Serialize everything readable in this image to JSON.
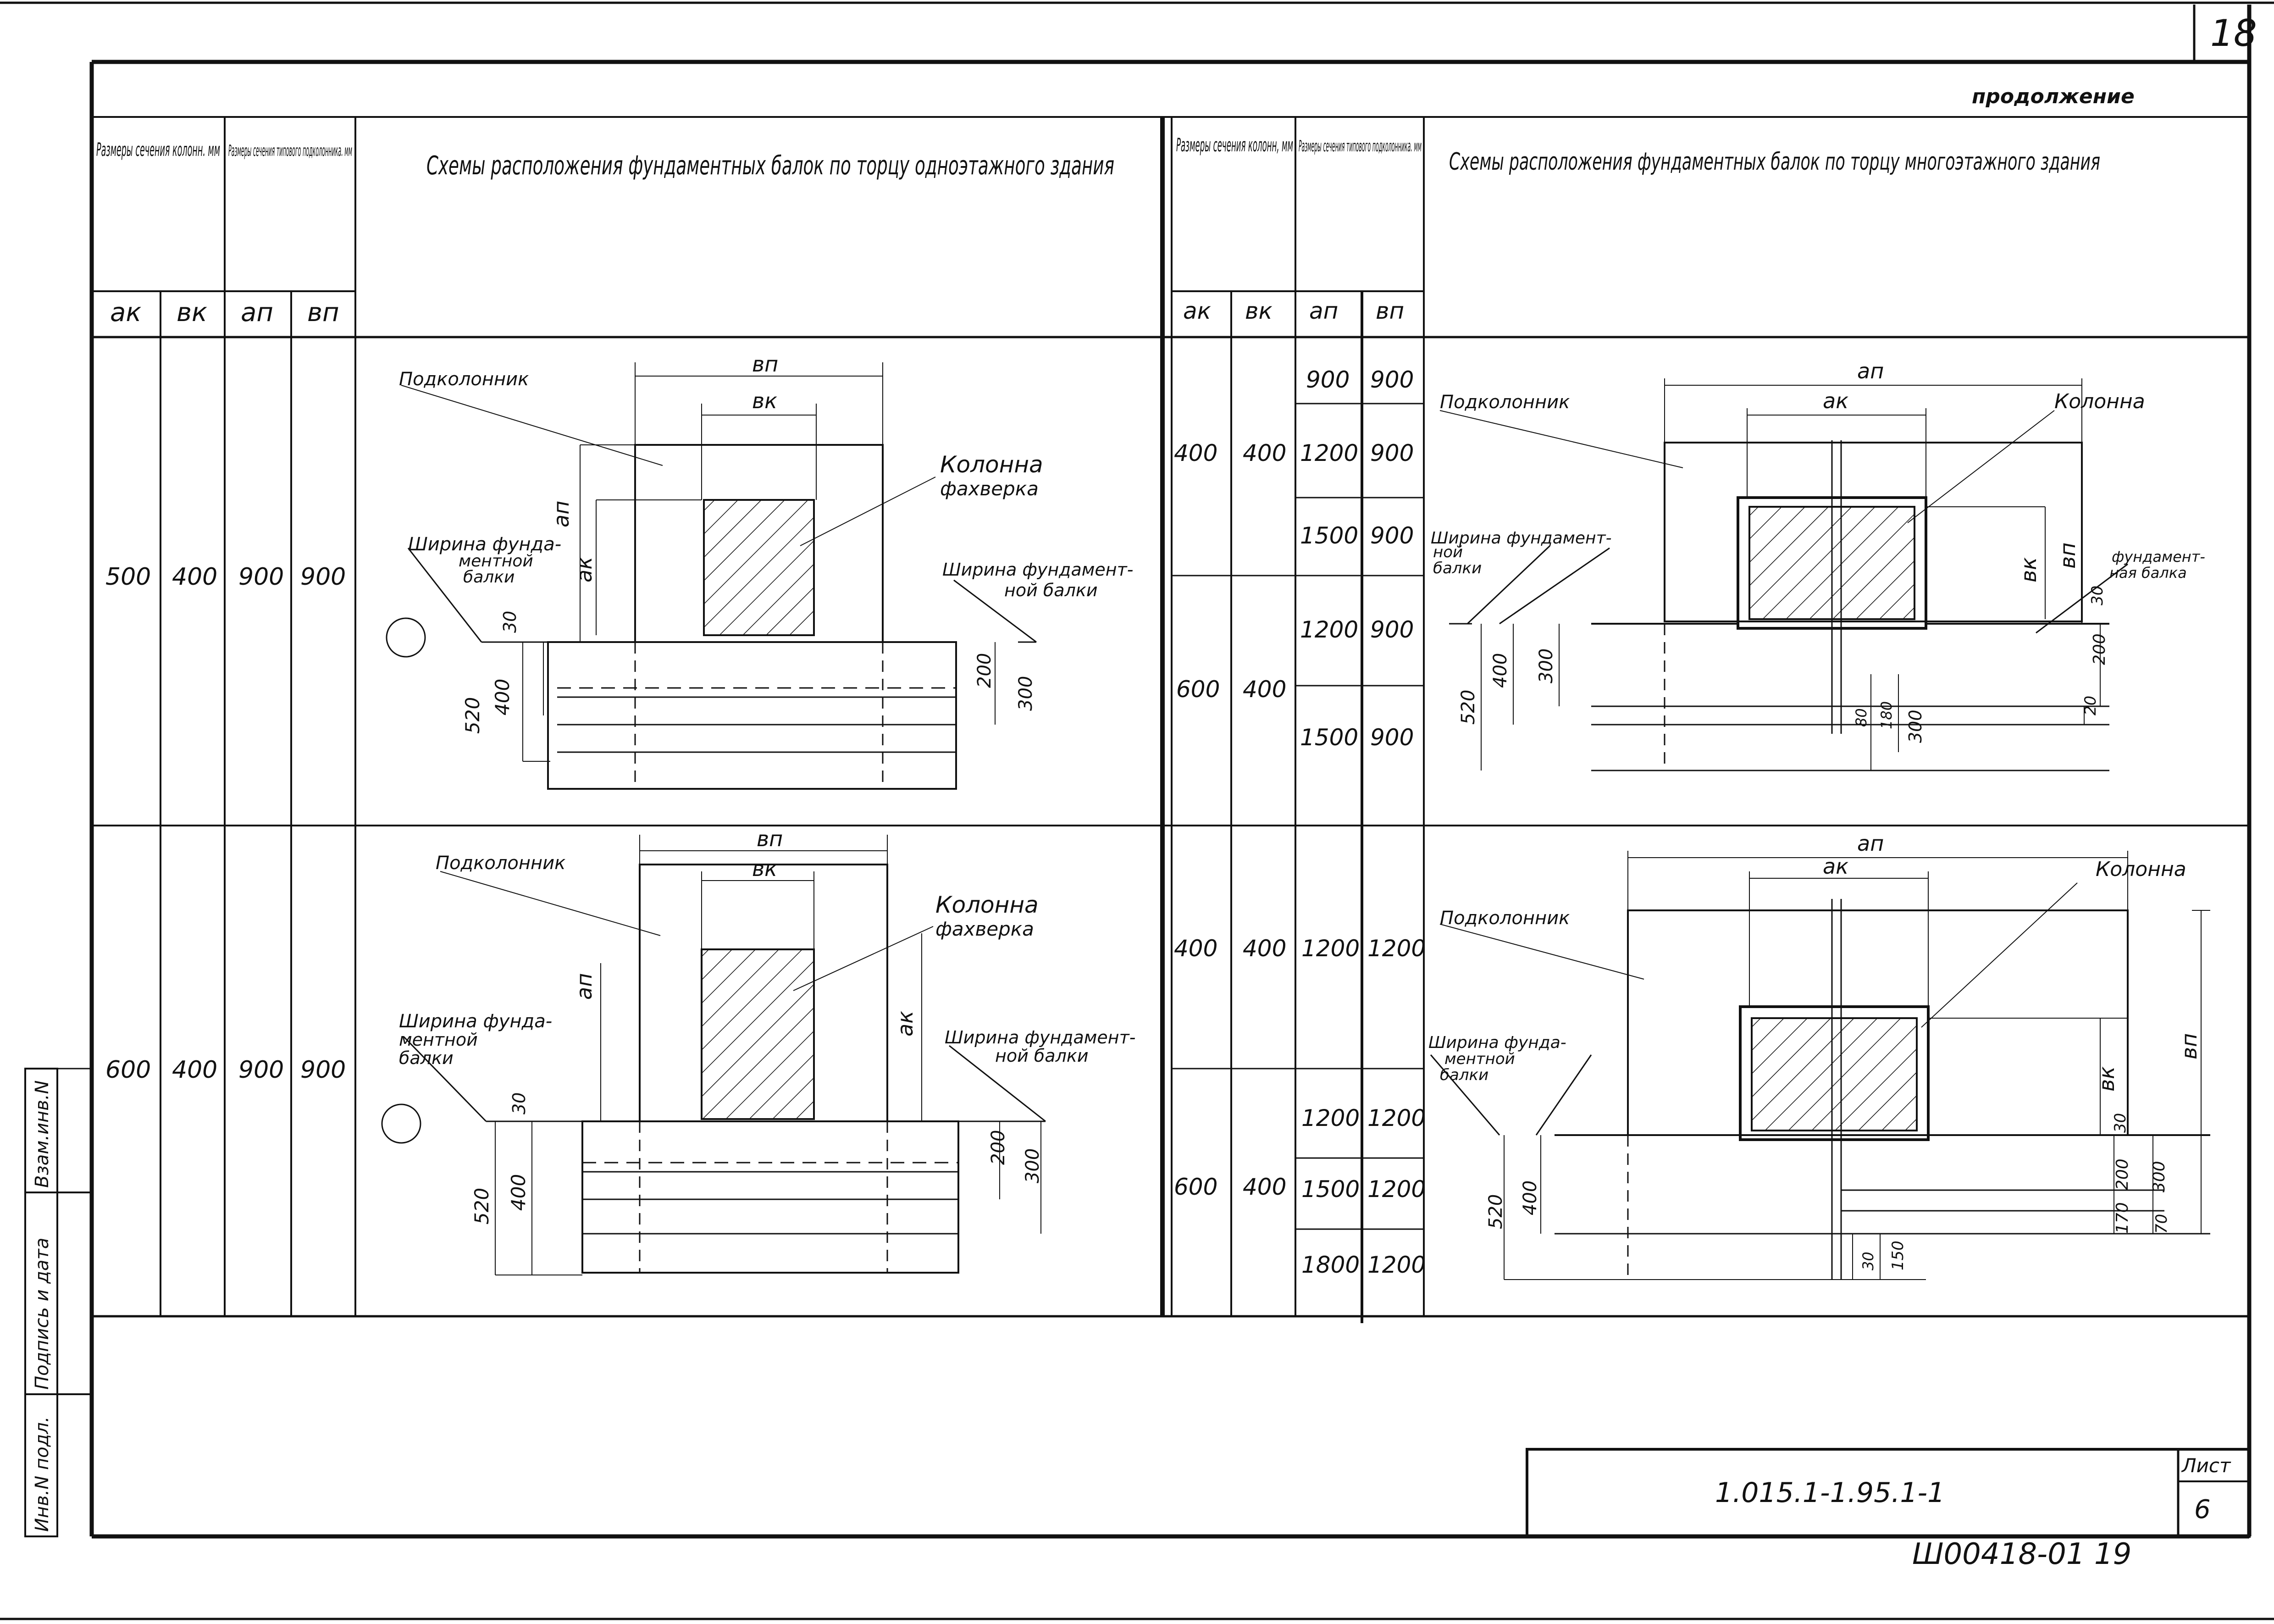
{
  "page_number": "18",
  "continuation_label": "продолжение",
  "left_table": {
    "header_column_size": "Размеры сечения колонн. мм",
    "header_pedestal_size": "Размеры сечения типового подколонника. мм",
    "header_schemes_title": "Схемы расположения фундаментных балок по торцу одноэтажного здания",
    "col_ak": "ак",
    "col_bk": "вк",
    "col_an": "ап",
    "col_bn": "вп",
    "rows": [
      {
        "ak": "500",
        "bk": "400",
        "an": "900",
        "bn": "900"
      },
      {
        "ak": "600",
        "bk": "400",
        "an": "900",
        "bn": "900"
      }
    ]
  },
  "right_table": {
    "header_column_size": "Размеры сечения колонн, мм",
    "header_pedestal_size": "Размеры сечения типового подколонника. мм",
    "header_schemes_title": "Схемы расположения фундаментных балок по торцу многоэтажного здания",
    "col_ak": "ак",
    "col_bk": "вк",
    "col_an": "ап",
    "col_bn": "вп",
    "groups": [
      {
        "ak": "400",
        "bk": "400",
        "rows": [
          {
            "an": "900",
            "bn": "900"
          },
          {
            "an": "1200",
            "bn": "900"
          },
          {
            "an": "1500",
            "bn": "900"
          }
        ]
      },
      {
        "ak": "600",
        "bk": "400",
        "rows": [
          {
            "an": "1200",
            "bn": "900"
          },
          {
            "an": "1500",
            "bn": "900"
          }
        ]
      },
      {
        "ak": "400",
        "bk": "400",
        "rows": [
          {
            "an": "1200",
            "bn": "1200"
          }
        ]
      },
      {
        "ak": "600",
        "bk": "400",
        "rows": [
          {
            "an": "1200",
            "bn": "1200"
          },
          {
            "an": "1500",
            "bn": "1200"
          },
          {
            "an": "1800",
            "bn": "1200"
          }
        ]
      }
    ]
  },
  "labels": {
    "podkolonnik": "Подколонник",
    "kolonna": "Колонна",
    "fakhverka": "фахверка",
    "width_beam_a": "Ширина фунда-",
    "width_beam_b": "ментной",
    "width_beam_c": "балки",
    "width_beam_d": "Ширина фундамент-",
    "width_beam_e": "ной балки",
    "right_width_a": "Ширина фундамент-",
    "right_width_b": "ной",
    "right_width_c": "балки",
    "right_fund_a": "фундамент-",
    "right_fund_b": "ная балка",
    "right_width2_a": "Ширина фунда-",
    "right_width2_b": "ментной",
    "right_width2_c": "балки",
    "sym_an": "ап",
    "sym_bn": "вп",
    "sym_ak": "ак",
    "sym_bk": "вк"
  },
  "dimensions": {
    "d30": "30",
    "d400": "400",
    "d520": "520",
    "d200": "200",
    "d300": "300",
    "d80": "80",
    "d180": "180",
    "d20": "20",
    "d170": "170",
    "d70": "70",
    "d150": "150"
  },
  "side_stamp": [
    "Инв.N подл.",
    "Подпись и дата",
    "Взам.инв.N"
  ],
  "title_block": {
    "code": "1.015.1-1.95.1-1",
    "sheet_label": "Лист",
    "sheet_number": "6"
  },
  "archive_number": "Ш00418-01  19"
}
